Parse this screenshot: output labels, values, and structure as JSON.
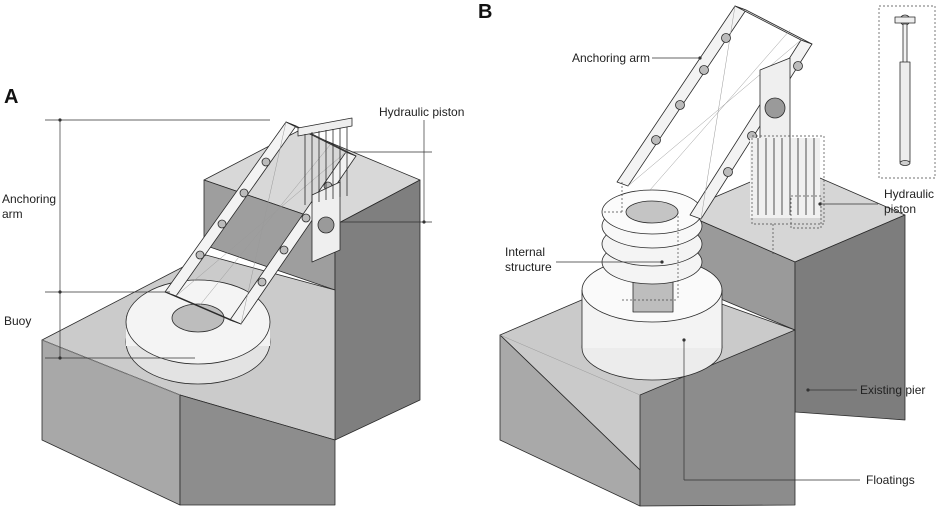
{
  "panels": {
    "a": {
      "letter": "A",
      "labels": {
        "anchoring_arm_line1": "Anchoring",
        "anchoring_arm_line2": "arm",
        "buoy": "Buoy",
        "hydraulic_piston": "Hydraulic piston"
      }
    },
    "b": {
      "letter": "B",
      "labels": {
        "anchoring_arm": "Anchoring arm",
        "internal_structure_line1": "Internal",
        "internal_structure_line2": "structure",
        "hydraulic_piston_line1": "Hydraulic",
        "hydraulic_piston_line2": "piston",
        "existing_pier": "Existing pier",
        "floatings": "Floatings"
      }
    }
  },
  "colors": {
    "water_top": "#c9c9c9",
    "water_front": "#a9a9a9",
    "water_side": "#8e8e8e",
    "pier_top": "#d8d8d8",
    "pier_front": "#9b9b9b",
    "pier_side": "#7e7e7e",
    "device": "#f2f2f2",
    "device_shade": "#d9d9d9"
  }
}
